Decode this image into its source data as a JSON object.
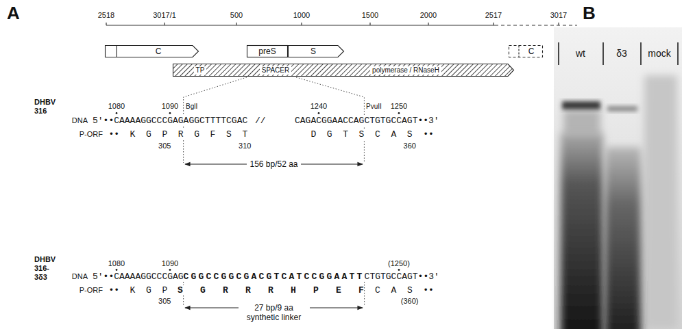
{
  "diagram": {
    "nodes": [
      {
        "text": [
          "C"
        ]
      },
      {
        "text": [
          "preS"
        ]
      },
      {
        "text": [
          "S"
        ]
      },
      {
        "text": [
          "C"
        ]
      },
      {
        "text": [
          "TP",
          "SPACER",
          "polymerase / RNaseH"
        ]
      }
    ],
    "labels": [
      "A",
      "2518",
      "3017/1",
      "500",
      "1000",
      "1500",
      "2000",
      "2517",
      "3017",
      "DHBV 316",
      "1080",
      "1090",
      "BglI",
      "1240",
      "PvuII",
      "1250",
      "DNA",
      "5'••CAAAAGGCCCGAGAGGCTTTTCGAC",
      "//",
      "CAGACGGAACCAGCTGTGCCAGT••3'",
      "P-ORF",
      "•• K G P R G F S T",
      "D G T S C A S ••",
      "305",
      "310",
      "360",
      "156 bp/52 aa",
      "DHBV 316-3δ3",
      "1080",
      "1090",
      "(1250)",
      "DNA",
      "5'••CAAAAGGCCCGAG",
      "CGGCCGGCGACGTCATCCGGAATT",
      "CTGTGCCAGT••3'",
      "P-ORF",
      "•• K G P",
      "S G R R R H P E F",
      "C A S ••",
      "305",
      "(360)",
      "27 bp/9 aa synthetic linker",
      "B",
      "wt",
      "δ3",
      "mock"
    ]
  }
}
